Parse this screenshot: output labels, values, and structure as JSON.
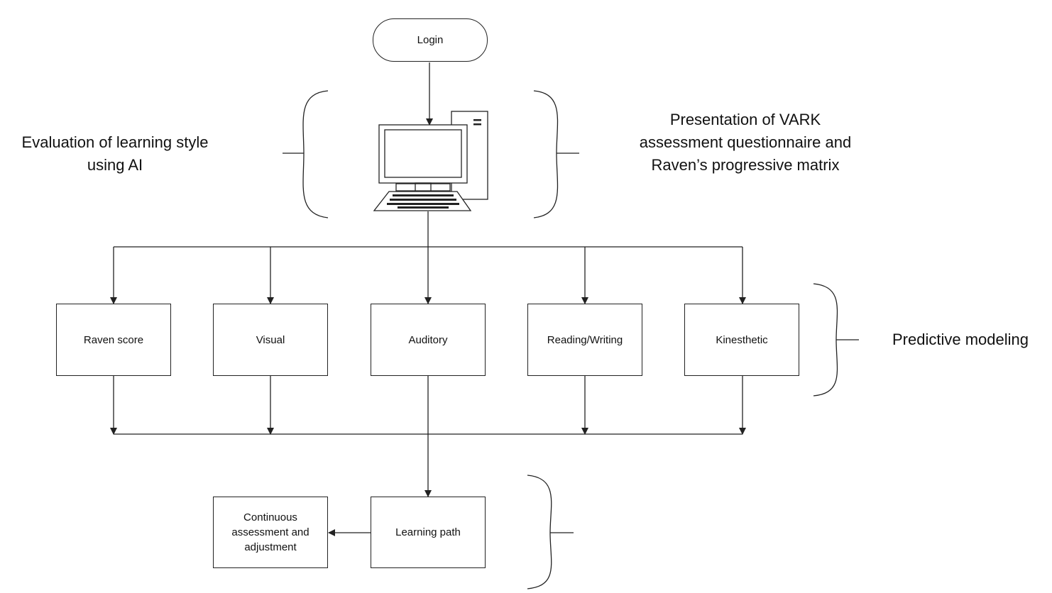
{
  "diagram": {
    "start": {
      "label": "Login"
    },
    "modules": [
      {
        "id": "raven",
        "label": "Raven score"
      },
      {
        "id": "visual",
        "label": "Visual"
      },
      {
        "id": "auditory",
        "label": "Auditory"
      },
      {
        "id": "reading",
        "label": "Reading/Writing"
      },
      {
        "id": "kinesthetic",
        "label": "Kinesthetic"
      }
    ],
    "learning_path": {
      "label": "Learning path"
    },
    "continuous": {
      "label": "Continuous assessment and adjustment"
    },
    "annotations": {
      "left": "Evaluation of learning style using AI",
      "right": "Presentation of VARK assessment questionnaire and Raven’s progressive matrix",
      "predictive": "Predictive modeling"
    },
    "icons": {
      "computer": "desktop-computer-icon"
    },
    "colors": {
      "stroke": "#222222",
      "background": "#ffffff"
    }
  }
}
